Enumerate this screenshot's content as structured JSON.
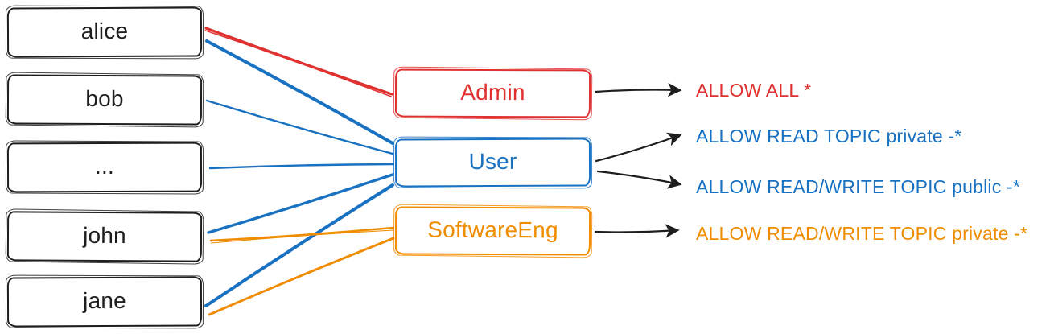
{
  "colors": {
    "black": "#1e1e1e",
    "red": "#e03131",
    "blue": "#1971c2",
    "orange": "#f08c00",
    "background": "#ffffff"
  },
  "users": [
    {
      "label": "alice"
    },
    {
      "label": "bob"
    },
    {
      "label": "..."
    },
    {
      "label": "john"
    },
    {
      "label": "jane"
    }
  ],
  "roles": [
    {
      "label": "Admin",
      "color": "red"
    },
    {
      "label": "User",
      "color": "blue"
    },
    {
      "label": "SoftwareEng",
      "color": "orange"
    }
  ],
  "permissions": [
    {
      "label": "ALLOW ALL *",
      "color": "red"
    },
    {
      "label": "ALLOW READ TOPIC private -*",
      "color": "blue"
    },
    {
      "label": "ALLOW READ/WRITE TOPIC public -*",
      "color": "blue"
    },
    {
      "label": "ALLOW READ/WRITE TOPIC private -*",
      "color": "orange"
    }
  ],
  "user_role_edges": [
    {
      "from": "alice",
      "to": "Admin",
      "color": "red"
    },
    {
      "from": "alice",
      "to": "User",
      "color": "blue"
    },
    {
      "from": "bob",
      "to": "User",
      "color": "blue"
    },
    {
      "from": "...",
      "to": "User",
      "color": "blue"
    },
    {
      "from": "john",
      "to": "User",
      "color": "blue"
    },
    {
      "from": "jane",
      "to": "User",
      "color": "blue"
    },
    {
      "from": "john",
      "to": "SoftwareEng",
      "color": "orange"
    },
    {
      "from": "jane",
      "to": "SoftwareEng",
      "color": "orange"
    }
  ],
  "role_permission_edges": [
    {
      "from": "Admin",
      "to": "ALLOW ALL *"
    },
    {
      "from": "User",
      "to": "ALLOW READ TOPIC private -*"
    },
    {
      "from": "User",
      "to": "ALLOW READ/WRITE TOPIC public -*"
    },
    {
      "from": "SoftwareEng",
      "to": "ALLOW READ/WRITE TOPIC private -*"
    }
  ]
}
